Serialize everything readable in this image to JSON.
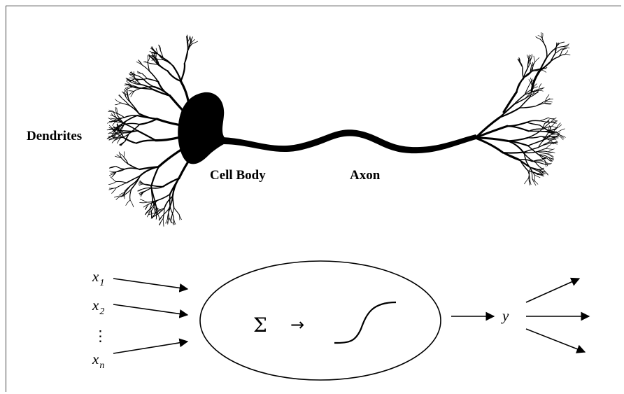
{
  "labels": {
    "dendrites": "Dendrites",
    "cell_body": "Cell Body",
    "axon": "Axon"
  },
  "model": {
    "inputs": [
      {
        "symbol": "x",
        "subscript": "1"
      },
      {
        "symbol": "x",
        "subscript": "2"
      },
      {
        "symbol": "x",
        "subscript": "n"
      }
    ],
    "ellipsis": "⋮",
    "sum_symbol": "Σ",
    "arrow": "→",
    "output": "y"
  }
}
